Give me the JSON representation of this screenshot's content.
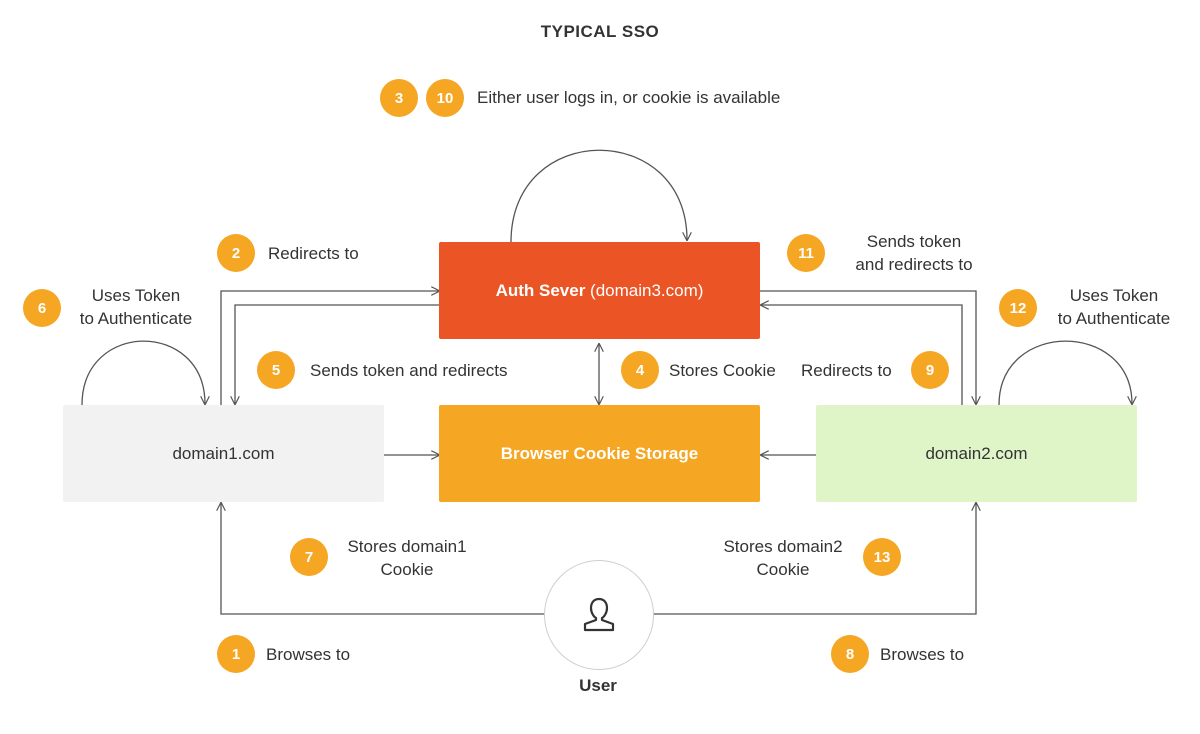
{
  "title": "TYPICAL SSO",
  "colors": {
    "badge": "#f5a623",
    "auth_box": "#eb5424",
    "cookie_box": "#f5a623",
    "domain1_box": "#f2f2f2",
    "domain2_box": "#dff5c8",
    "edge": "#555555"
  },
  "nodes": {
    "auth": {
      "label_bold": "Auth Sever",
      "label_rest": " (domain3.com)"
    },
    "cookie": {
      "label": "Browser Cookie Storage"
    },
    "domain1": {
      "label": "domain1.com"
    },
    "domain2": {
      "label": "domain2.com"
    },
    "user": {
      "label": "User",
      "icon": "user-icon"
    }
  },
  "steps": [
    {
      "num": "1",
      "text": "Browses to"
    },
    {
      "num": "2",
      "text": "Redirects to"
    },
    {
      "num": "3",
      "text": ""
    },
    {
      "num": "10",
      "text": "Either user logs in, or cookie is available"
    },
    {
      "num": "4",
      "text": "Stores Cookie"
    },
    {
      "num": "5",
      "text": "Sends token and redirects"
    },
    {
      "num": "6",
      "line1": "Uses Token",
      "line2": "to Authenticate"
    },
    {
      "num": "7",
      "line1": "Stores domain1",
      "line2": "Cookie"
    },
    {
      "num": "8",
      "text": "Browses to"
    },
    {
      "num": "9",
      "text": "Redirects to"
    },
    {
      "num": "11",
      "line1": "Sends token",
      "line2": "and redirects to"
    },
    {
      "num": "12",
      "line1": "Uses Token",
      "line2": "to Authenticate"
    },
    {
      "num": "13",
      "line1": "Stores domain2",
      "line2": "Cookie"
    }
  ]
}
